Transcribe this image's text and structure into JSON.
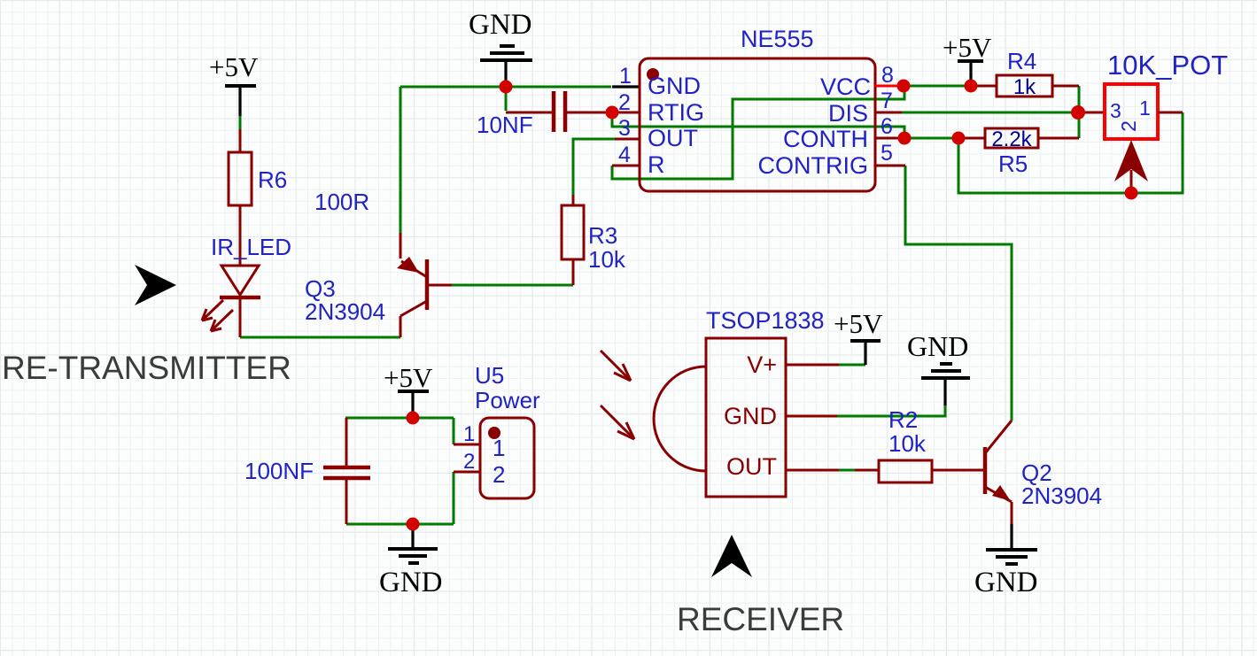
{
  "schematic": {
    "power": {
      "vcc_label": "+5V",
      "gnd_label": "GND"
    },
    "sections": {
      "transmitter": "RE-TRANSMITTER",
      "receiver": "RECEIVER"
    },
    "timer_ic": {
      "title": "NE555",
      "left_pins": [
        {
          "num": "1",
          "name": "GND"
        },
        {
          "num": "2",
          "name": "RTIG"
        },
        {
          "num": "3",
          "name": "OUT"
        },
        {
          "num": "4",
          "name": "R"
        }
      ],
      "right_pins": [
        {
          "num": "8",
          "name": "VCC"
        },
        {
          "num": "7",
          "name": "DIS"
        },
        {
          "num": "6",
          "name": "CONTH"
        },
        {
          "num": "5",
          "name": "CONTRIG"
        }
      ]
    },
    "resistors": {
      "r6": {
        "ref": "R6",
        "value": "100R"
      },
      "r3": {
        "ref": "R3",
        "value": "10k"
      },
      "r4": {
        "ref": "R4",
        "value": "1k"
      },
      "r5": {
        "ref": "R5",
        "value": "2.2k"
      },
      "r2": {
        "ref": "R2",
        "value": "10k"
      }
    },
    "capacitors": {
      "c1": {
        "value": "10NF"
      },
      "c2": {
        "value": "100NF"
      }
    },
    "transistors": {
      "q3": {
        "ref": "Q3",
        "part": "2N3904"
      },
      "q2": {
        "ref": "Q2",
        "part": "2N3904"
      }
    },
    "led": {
      "name": "IR_LED"
    },
    "potentiometer": {
      "title": "10K_POT",
      "pins": {
        "p1": "1",
        "p2": "2",
        "p3": "3"
      }
    },
    "connector": {
      "ref": "U5",
      "type": "Power",
      "pins_outer": {
        "p1": "1",
        "p2": "2"
      },
      "pins_inner": {
        "p1": "1",
        "p2": "2"
      }
    },
    "ir_receiver": {
      "title": "TSOP1838",
      "pins": {
        "vplus": "V+",
        "gnd": "GND",
        "out": "OUT"
      }
    },
    "colors": {
      "wire_green": "#007B00",
      "component_maroon": "#8A0000",
      "highlight_red": "#FF0000",
      "junction_red": "#D40000",
      "label_blue": "#2121C8",
      "value_navy": "#000092",
      "annotation_gray": "#3B3B3B"
    }
  }
}
